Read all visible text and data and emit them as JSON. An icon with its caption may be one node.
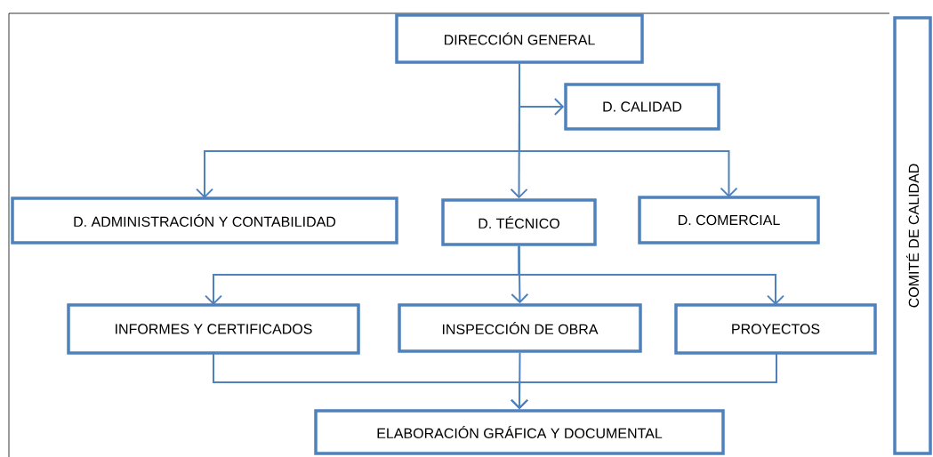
{
  "diagram": {
    "nodes": [
      {
        "text": [
          "DIRECCIÓN GENERAL"
        ]
      },
      {
        "text": [
          "D. CALIDAD"
        ]
      },
      {
        "text": [
          "D. ADMINISTRACIÓN Y CONTABILIDAD"
        ]
      },
      {
        "text": [
          "D. TÉCNICO"
        ]
      },
      {
        "text": [
          "D. COMERCIAL"
        ]
      },
      {
        "text": [
          "INFORMES Y CERTIFICADOS"
        ]
      },
      {
        "text": [
          "INSPECCIÓN DE OBRA"
        ]
      },
      {
        "text": [
          "PROYECTOS"
        ]
      },
      {
        "text": [
          "ELABORACIÓN GRÁFICA Y DOCUMENTAL"
        ]
      },
      {
        "text": [
          "COMITÉ DE CALIDAD"
        ]
      }
    ],
    "edges": [
      {
        "from": 0,
        "to": 1,
        "arrow": "to"
      },
      {
        "from": 0,
        "to": 2,
        "arrow": "to"
      },
      {
        "from": 0,
        "to": 3,
        "arrow": "to"
      },
      {
        "from": 0,
        "to": 4,
        "arrow": "to"
      },
      {
        "from": 3,
        "to": 5,
        "arrow": "to"
      },
      {
        "from": 3,
        "to": 6,
        "arrow": "to"
      },
      {
        "from": 3,
        "to": 7,
        "arrow": "to"
      },
      {
        "from": 5,
        "to": 8,
        "arrow": "to"
      },
      {
        "from": 6,
        "to": 8,
        "arrow": "to"
      },
      {
        "from": 7,
        "to": 8,
        "arrow": "to"
      }
    ]
  }
}
